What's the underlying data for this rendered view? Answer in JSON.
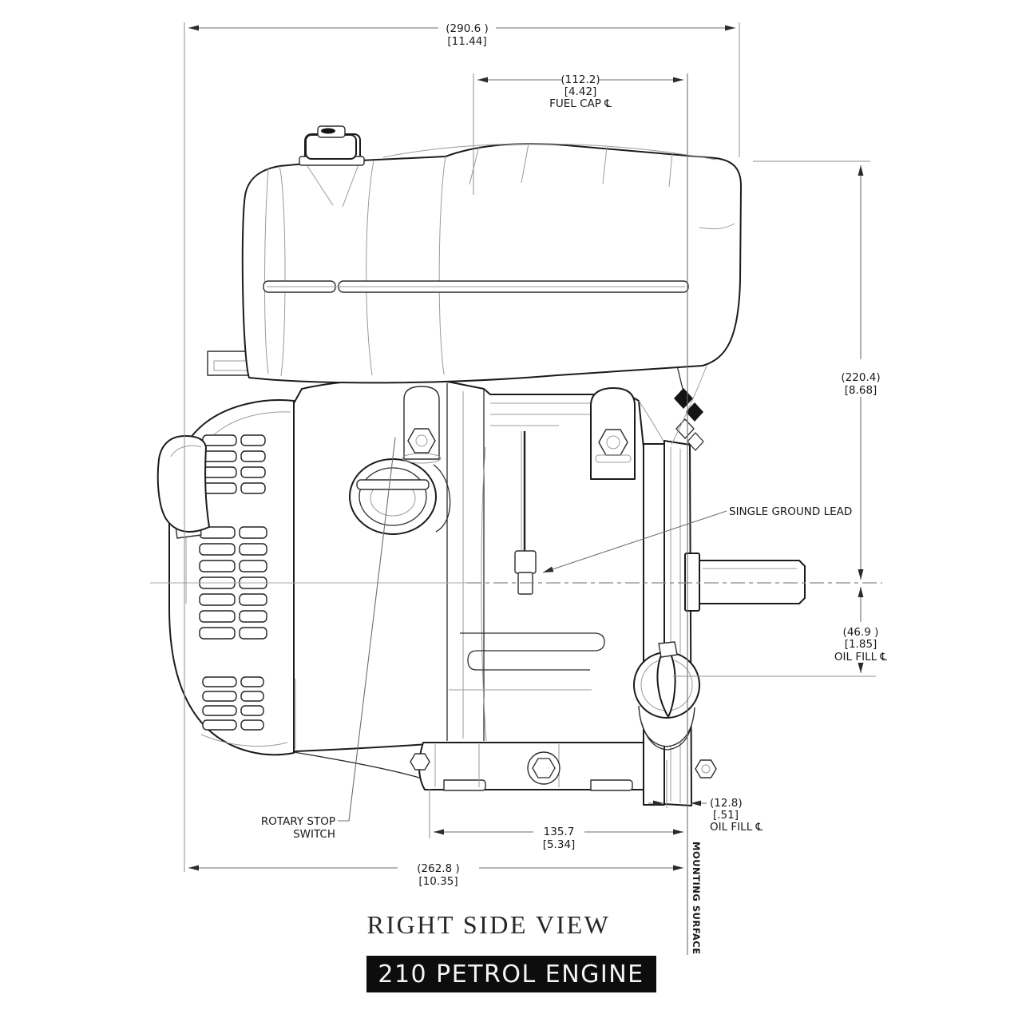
{
  "titles": {
    "view": "RIGHT SIDE VIEW",
    "banner": "210 PETROL ENGINE"
  },
  "dimensions": {
    "overall_width": {
      "metric": "(290.6 )",
      "imperial": "[11.44]"
    },
    "fuel_cap": {
      "metric": "(112.2)",
      "imperial": "[4.42]",
      "label": "FUEL CAP ℄"
    },
    "overall_height": {
      "metric": "(220.4)",
      "imperial": "[8.68]"
    },
    "oil_fill_v": {
      "metric": "(46.9 )",
      "imperial": "[1.85]",
      "label": "OIL FILL ℄"
    },
    "oil_fill_h": {
      "metric": "(12.8)",
      "imperial": "[.51]",
      "label": "OIL FILL ℄"
    },
    "crank_to_mount": {
      "metric": "135.7",
      "imperial": "[5.34]"
    },
    "base_width": {
      "metric": "(262.8 )",
      "imperial": "[10.35]"
    }
  },
  "callouts": {
    "ground_lead": "SINGLE GROUND LEAD",
    "stop_switch_1": "ROTARY STOP",
    "stop_switch_2": "SWITCH",
    "mounting_surface": "MOUNTING SURFACE"
  },
  "colors": {
    "line": "#1b1b1b",
    "dim_line": "#6e6e6e",
    "banner_bg": "#0d0d0d",
    "banner_text": "#f5f5f5"
  }
}
